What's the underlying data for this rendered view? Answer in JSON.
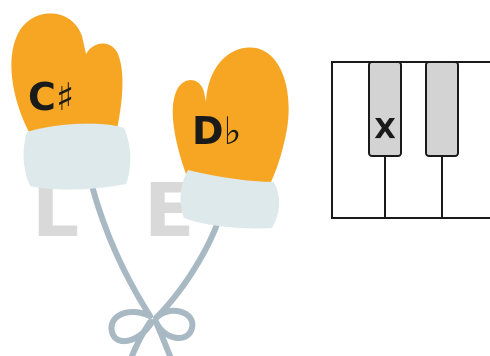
{
  "mittens": {
    "left": {
      "note_label": "C♯"
    },
    "right": {
      "note_label": "D♭"
    }
  },
  "watermark": {
    "letter_1": "L",
    "letter_2": "E"
  },
  "piano": {
    "marked_key_label": "X"
  },
  "colors": {
    "mitten_fill": "#f6a623",
    "cuff_fill": "#dde9ea",
    "string_color": "#a9b9c4",
    "black_key_fill": "#d3d3d3",
    "outline": "#1a1a1a"
  }
}
